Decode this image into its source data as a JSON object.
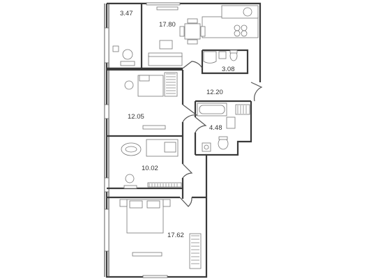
{
  "floorplan": {
    "rooms": [
      {
        "id": "balcony",
        "area": "3.47"
      },
      {
        "id": "kitchen-living",
        "area": "17.80"
      },
      {
        "id": "bathroom-small",
        "area": "3.08"
      },
      {
        "id": "hallway",
        "area": "12.20"
      },
      {
        "id": "bedroom-1",
        "area": "12.05"
      },
      {
        "id": "bathroom-large",
        "area": "4.48"
      },
      {
        "id": "bedroom-2",
        "area": "10.02"
      },
      {
        "id": "bedroom-3",
        "area": "17.62"
      }
    ],
    "colors": {
      "wall": "#3a3a3a",
      "furniture": "#777777",
      "background": "#ffffff"
    }
  }
}
